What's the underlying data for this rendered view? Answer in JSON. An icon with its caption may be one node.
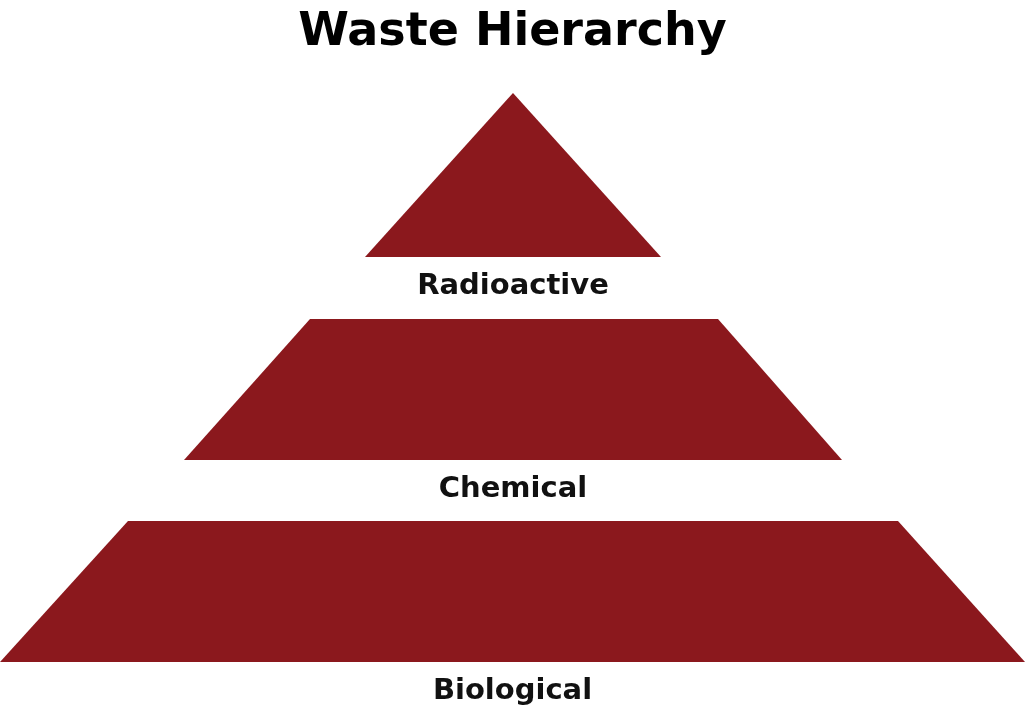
{
  "diagram": {
    "title": "Waste Hierarchy",
    "nodes": [
      {
        "text": [
          "Radioactive"
        ]
      },
      {
        "text": [
          "Chemical"
        ]
      },
      {
        "text": [
          "Biological"
        ]
      }
    ]
  }
}
